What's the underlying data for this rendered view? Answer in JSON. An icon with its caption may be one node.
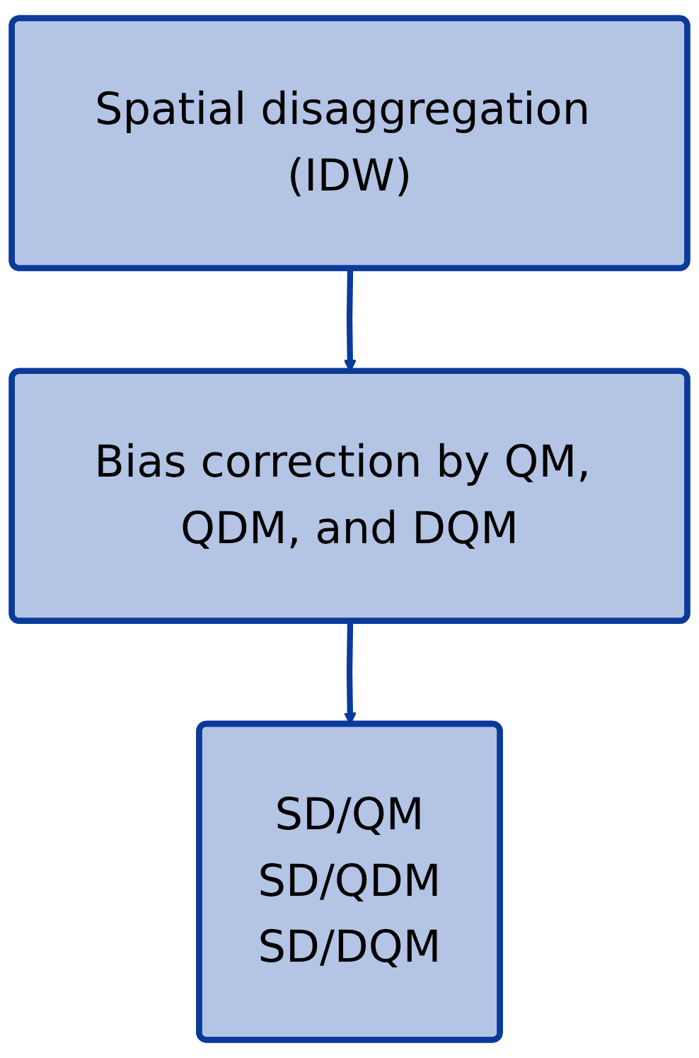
{
  "diagram": {
    "nodes": [
      {
        "text": [
          "Spatial disaggregation (IDW)"
        ]
      },
      {
        "text": [
          "Bias correction by QM, QDM, and DQM"
        ]
      },
      {
        "text": [
          "SD/QM",
          "SD/QDM",
          "SD/DQM"
        ]
      }
    ],
    "edges": [
      {
        "from": 0,
        "to": 1,
        "arrow": "to"
      },
      {
        "from": 1,
        "to": 2,
        "arrow": "to"
      }
    ]
  }
}
